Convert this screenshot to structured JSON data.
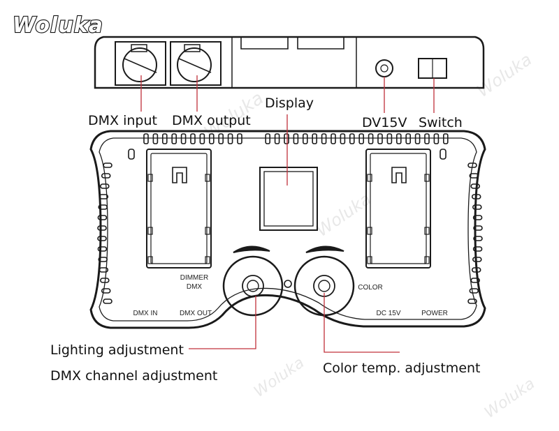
{
  "brand": {
    "logo_text": "Woluka",
    "watermark_text": "Woluka"
  },
  "top_panel": {
    "labels": {
      "dmx_input": "DMX input",
      "dmx_output": "DMX output",
      "display": "Display",
      "dv15v": "DV15V",
      "switch": "Switch"
    }
  },
  "front_panel": {
    "printed": {
      "dimmer": "DIMMER",
      "dmx": "DMX",
      "color": "COLOR",
      "dmx_in": "DMX IN",
      "dmx_out": "DMX OUT",
      "dc15v": "DC 15V",
      "power": "POWER"
    }
  },
  "callouts": {
    "lighting": "Lighting adjustment",
    "dmx_channel": "DMX channel adjustment",
    "color_temp": "Color temp. adjustment"
  },
  "colors": {
    "leader": "#c0303a",
    "ink": "#1a1a1a",
    "background": "#ffffff"
  }
}
